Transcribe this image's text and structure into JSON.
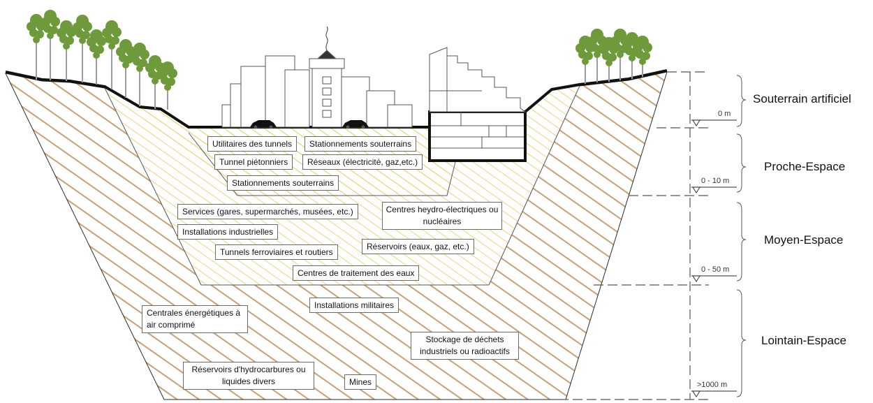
{
  "colors": {
    "soil_hatch": "#c9a074",
    "shallow_hatch": "#e3d06a",
    "ground_line": "#111111",
    "tree_foliage": "#6f9a3c",
    "tree_trunk": "#9c9c9c",
    "building_outline": "#555555"
  },
  "zones": [
    {
      "name": "Souterrain artificiel",
      "depth": "0 m"
    },
    {
      "name": "Proche-Espace",
      "depth": "0 - 10 m"
    },
    {
      "name": "Moyen-Espace",
      "depth": "0 - 50 m"
    },
    {
      "name": "Lointain-Espace",
      "depth": ">1000 m"
    }
  ],
  "labels": {
    "utilitaires": "Utilitaires des tunnels",
    "stationnements_1": "Stationnements souterrains",
    "tunnel_pietonniers": "Tunnel piétonniers",
    "reseaux": "Réseaux (électricité, gaz,etc.)",
    "stationnements_2": "Stationnements souterrains",
    "services": "Services (gares, supermarchés, musées, etc.)",
    "centres_hydro": "Centres heydro-électriques ou nucléaires",
    "installations_industrielles": "Installations industrielles",
    "reservoirs_eaux": "Réservoirs (eaux, gaz, etc.)",
    "tunnels_ferroviaires": "Tunnels ferroviaires et routiers",
    "centres_traitement": "Centres de traitement des eaux",
    "centrales_air": "Centrales énergétiques à air comprimé",
    "installations_militaires": "Installations militaires",
    "stockage_dechets": "Stockage de déchets industriels ou radioactifs",
    "reservoirs_hydrocarbures": "Réservoirs d'hydrocarbures ou liquides divers",
    "mines": "Mines"
  }
}
